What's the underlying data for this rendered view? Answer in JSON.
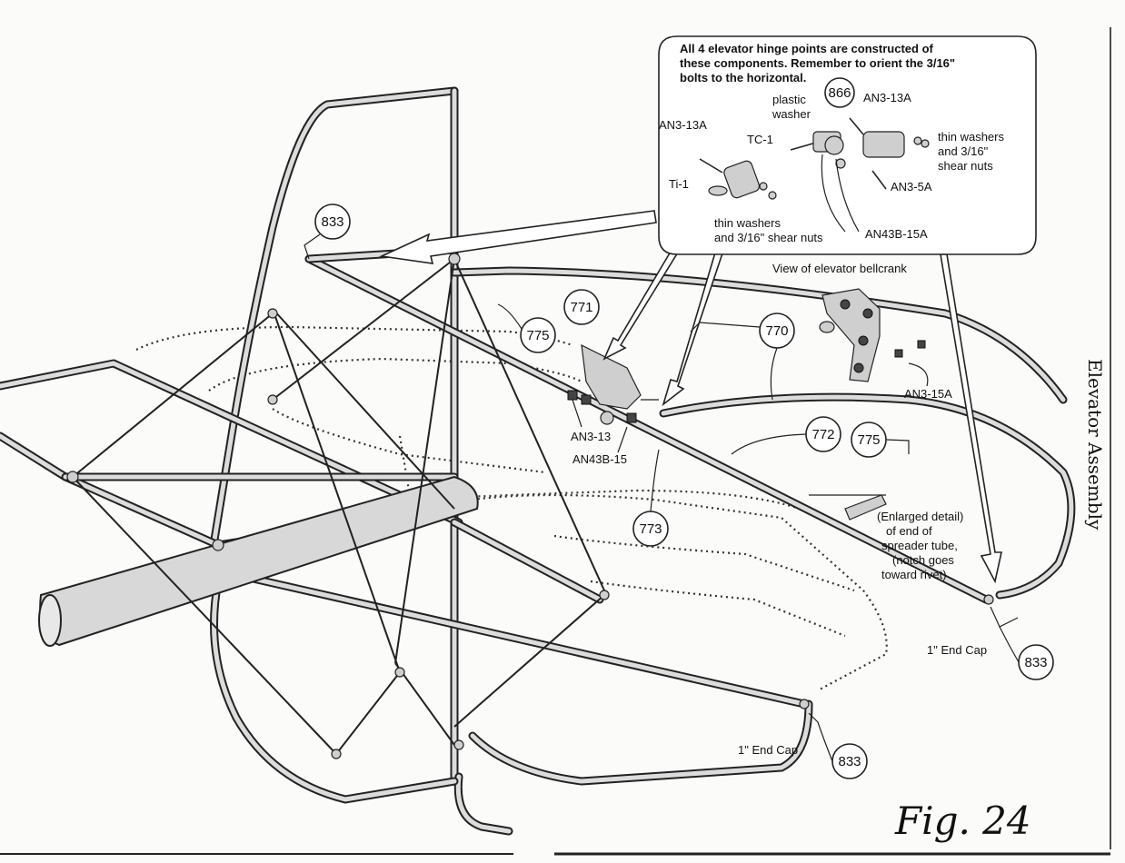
{
  "callout": {
    "line1": "All 4 elevator hinge points are constructed of",
    "line2": "these components. Remember to orient the 3/16\"",
    "line3": "bolts to the horizontal.",
    "part_866": "866",
    "label_an3_13a_left": "AN3-13A",
    "label_an3_13a_right": "AN3-13A",
    "label_tc1": "TC-1",
    "label_ti1": "Ti-1",
    "label_plastic": "plastic",
    "label_washer": "washer",
    "label_thin_washers_right_1": "thin washers",
    "label_thin_washers_right_2": "and 3/16\"",
    "label_thin_washers_right_3": "shear nuts",
    "label_an3_5a": "AN3-5A",
    "label_thin_washers_left_1": "thin washers",
    "label_thin_washers_left_2": "and 3/16\" shear nuts",
    "label_an43b_15a": "AN43B-15A"
  },
  "bellcrank": {
    "title": "View of elevator bellcrank",
    "label": "AN3-15A"
  },
  "parts": {
    "p833_top": "833",
    "p775_left": "775",
    "p771": "771",
    "p770": "770",
    "p772": "772",
    "p775_right": "775",
    "p773": "773",
    "p833_right": "833",
    "p833_bottom": "833",
    "an3_13": "AN3-13",
    "an43b_15": "AN43B-15"
  },
  "detail": {
    "line1": "(Enlarged detail)",
    "line2": "of end of",
    "line3": "spreader tube,",
    "line4": "(notch goes",
    "line5": "toward rivet)"
  },
  "end_cap_right": "1\" End Cap",
  "end_cap_bottom": "1\" End Cap",
  "side_title": "Elevator Assembly",
  "figure_label": "Fig. 24"
}
